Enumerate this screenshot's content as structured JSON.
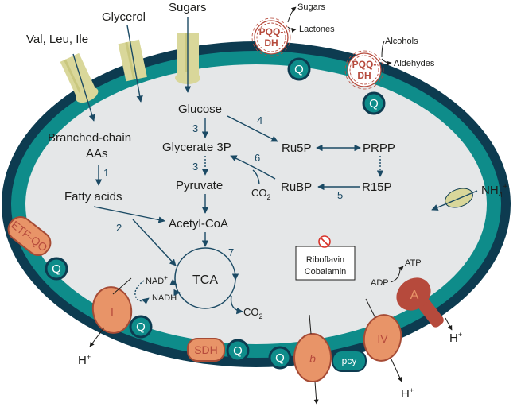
{
  "colors": {
    "outer_membrane": "#0d3b50",
    "inner_band": "#0e8c8a",
    "cytoplasm": "#e5e7e8",
    "enzyme_fill": "#e89468",
    "enzyme_stroke": "#a64b35",
    "channel_fill": "#d9d79a",
    "pqq_red": "#b64a3c",
    "arrow_blue": "#1b4a64"
  },
  "external": {
    "val_leu_ile": "Val, Leu, Ile",
    "glycerol": "Glycerol",
    "sugars": "Sugars",
    "sugars_pqq": "Sugars",
    "lactones": "Lactones",
    "alcohols": "Alcohols",
    "aldehydes": "Aldehydes",
    "nh4": "NH",
    "nh4_sub": "4",
    "nh4_sup": "+"
  },
  "pqq": {
    "line1": "PQQ-",
    "line2": "DH"
  },
  "metabolites": {
    "branched_line1": "Branched-chain",
    "branched_line2": "AAs",
    "fatty_acids": "Fatty acids",
    "glucose": "Glucose",
    "glycerate": "Glycerate 3P",
    "pyruvate": "Pyruvate",
    "acetyl_coa": "Acetyl-CoA",
    "ru5p": "Ru5P",
    "prpp": "PRPP",
    "rubp": "RuBP",
    "r15p": "R15P",
    "co2_in": "CO",
    "co2_in_sub": "2",
    "tca": "TCA",
    "co2_out": "CO",
    "co2_out_sub": "2",
    "nad": "NAD",
    "nad_sup": "+",
    "nadh": "NADH",
    "atp": "ATP",
    "adp": "ADP"
  },
  "steps": {
    "s1": "1",
    "s2": "2",
    "s3a": "3",
    "s3b": "3",
    "s4": "4",
    "s5": "5",
    "s6": "6",
    "s7": "7"
  },
  "vitamins": {
    "line1": "Riboflavin",
    "line2": "Cobalamin"
  },
  "complexes": {
    "etf_qo": "ETF-QO",
    "complex_i": "I",
    "sdh": "SDH",
    "complex_b": "b",
    "pcy": "pcy",
    "complex_iv": "IV",
    "complex_a": "A",
    "q": "Q"
  },
  "protons": {
    "h": "H",
    "plus": "+"
  }
}
